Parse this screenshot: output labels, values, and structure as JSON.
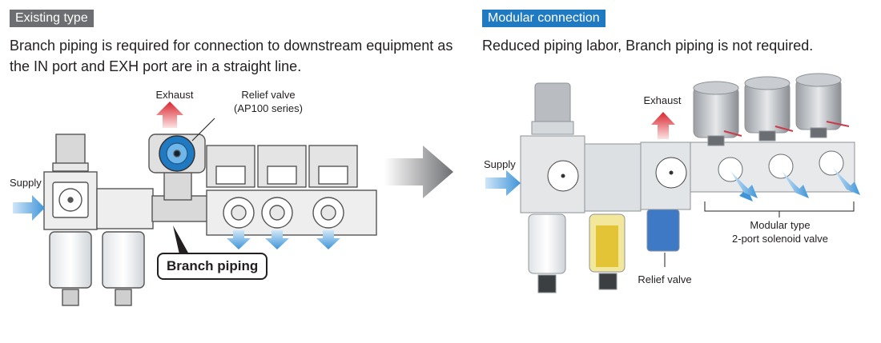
{
  "left": {
    "tag": "Existing type",
    "description": "Branch piping is required for connection to downstream equipment as the IN port and EXH port are in a straight line.",
    "labels": {
      "exhaust": "Exhaust",
      "relief_valve": "Relief valve",
      "relief_series": "(AP100 series)",
      "supply": "Supply",
      "branch_piping": "Branch piping"
    }
  },
  "right": {
    "tag": "Modular connection",
    "description": "Reduced piping labor, Branch piping is not required.",
    "labels": {
      "exhaust": "Exhaust",
      "supply": "Supply",
      "modular_type": "Modular type",
      "modular_desc": "2-port solenoid valve",
      "relief_valve": "Relief valve"
    }
  },
  "colors": {
    "tag_gray": "#6d6e71",
    "tag_blue": "#1f7ac2",
    "supply_arrow": "#4a9fde",
    "exhaust_arrow": "#d7262e",
    "transition_arrow": "#6d6e71"
  },
  "icons": [
    "transition-arrow-icon",
    "supply-arrow-icon",
    "exhaust-arrow-icon",
    "outlet-arrow-icon"
  ]
}
